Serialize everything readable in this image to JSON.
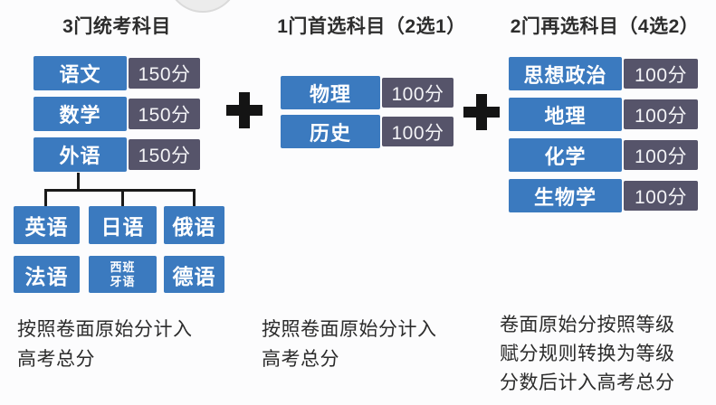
{
  "colors": {
    "subject_blue": "#3b7abf",
    "score_gray": "#56546a",
    "connector_black": "#1a1a1a",
    "text_dark": "#2b2b2b",
    "background": "#fcfcfd"
  },
  "icons": {
    "plus_1": "plus-icon",
    "plus_2": "plus-icon"
  },
  "columns": [
    {
      "header": "3门统考科目",
      "subjects": [
        {
          "name": "语文",
          "score": "150分"
        },
        {
          "name": "数学",
          "score": "150分"
        },
        {
          "name": "外语",
          "score": "150分"
        }
      ],
      "note_lines": [
        "按照卷面原始分计入",
        "高考总分"
      ]
    },
    {
      "header": "1门首选科目（2选1）",
      "subjects": [
        {
          "name": "物理",
          "score": "100分"
        },
        {
          "name": "历史",
          "score": "100分"
        }
      ],
      "note_lines": [
        "按照卷面原始分计入",
        "高考总分"
      ]
    },
    {
      "header": "2门再选科目（4选2）",
      "subjects": [
        {
          "name": "思想政治",
          "score": "100分"
        },
        {
          "name": "地理",
          "score": "100分"
        },
        {
          "name": "化学",
          "score": "100分"
        },
        {
          "name": "生物学",
          "score": "100分"
        }
      ],
      "note_lines": [
        "卷面原始分按照等级",
        "赋分规则转换为等级",
        "分数后计入高考总分"
      ]
    }
  ],
  "foreign_languages": [
    "英语",
    "日语",
    "俄语",
    "法语",
    "西班牙语",
    "德语"
  ]
}
